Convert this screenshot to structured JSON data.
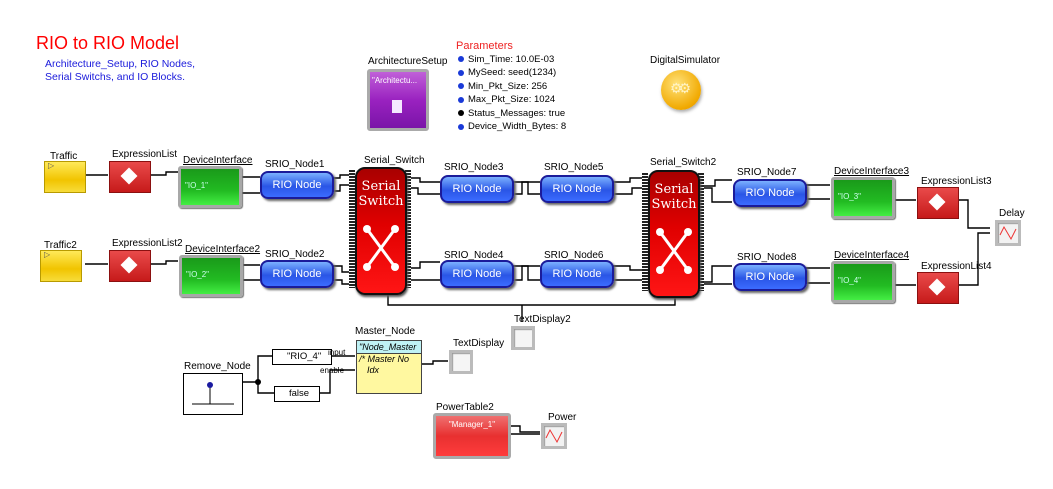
{
  "header": {
    "title": "RIO to RIO Model",
    "subtitle_line1": "Architecture_Setup, RIO Nodes,",
    "subtitle_line2": "Serial Switchs, and IO Blocks."
  },
  "parameters": {
    "title": "Parameters",
    "items": [
      {
        "text": "Sim_Time: 10.0E-03",
        "color": "#1a3ad8"
      },
      {
        "text": "MySeed: seed(1234)",
        "color": "#1a3ad8"
      },
      {
        "text": "Min_Pkt_Size: 256",
        "color": "#1a3ad8"
      },
      {
        "text": "Max_Pkt_Size: 1024",
        "color": "#1a3ad8"
      },
      {
        "text": "Status_Messages: true",
        "color": "#000000"
      },
      {
        "text": "Device_Width_Bytes: 8",
        "color": "#1a3ad8"
      }
    ]
  },
  "blocks": {
    "architecture_setup": {
      "label": "ArchitectureSetup",
      "value": "\"Architectu..."
    },
    "digital_simulator": {
      "label": "DigitalSimulator"
    },
    "traffic": {
      "label": "Traffic"
    },
    "traffic2": {
      "label": "Traffic2"
    },
    "expressionlist": {
      "label": "ExpressionList"
    },
    "expressionlist2": {
      "label": "ExpressionList2"
    },
    "expressionlist3": {
      "label": "ExpressionList3"
    },
    "expressionlist4": {
      "label": "ExpressionList4"
    },
    "deviceinterface": {
      "label": "DeviceInterface",
      "value": "\"IO_1\""
    },
    "deviceinterface2": {
      "label": "DeviceInterface2",
      "value": "\"IO_2\""
    },
    "deviceinterface3": {
      "label": "DeviceInterface3",
      "value": "\"IO_3\""
    },
    "deviceinterface4": {
      "label": "DeviceInterface4",
      "value": "\"IO_4\""
    },
    "srio_node1": {
      "label": "SRIO_Node1",
      "text": "RIO Node"
    },
    "srio_node2": {
      "label": "SRIO_Node2",
      "text": "RIO Node"
    },
    "srio_node3": {
      "label": "SRIO_Node3",
      "text": "RIO Node"
    },
    "srio_node4": {
      "label": "SRIO_Node4",
      "text": "RIO Node"
    },
    "srio_node5": {
      "label": "SRIO_Node5",
      "text": "RIO Node"
    },
    "srio_node6": {
      "label": "SRIO_Node6",
      "text": "RIO Node"
    },
    "srio_node7": {
      "label": "SRIO_Node7",
      "text": "RIO Node"
    },
    "srio_node8": {
      "label": "SRIO_Node8",
      "text": "RIO Node"
    },
    "serial_switch": {
      "label": "Serial_Switch",
      "text1": "Serial",
      "text2": "Switch"
    },
    "serial_switch2": {
      "label": "Serial_Switch2",
      "text1": "Serial",
      "text2": "Switch"
    },
    "delay": {
      "label": "Delay"
    },
    "textdisplay": {
      "label": "TextDisplay"
    },
    "textdisplay2": {
      "label": "TextDisplay2"
    },
    "remove_node": {
      "label": "Remove_Node"
    },
    "const_rio4": {
      "value": "\"RIO_4\""
    },
    "const_false": {
      "value": "false"
    },
    "master_node": {
      "label": "Master_Node",
      "header": "\"Node_Master",
      "body1": "/* Master No",
      "body2": "Idx",
      "port_input": "input",
      "port_enable": "enable"
    },
    "powertable2": {
      "label": "PowerTable2",
      "value": "\"Manager_1\""
    },
    "power": {
      "label": "Power"
    }
  }
}
